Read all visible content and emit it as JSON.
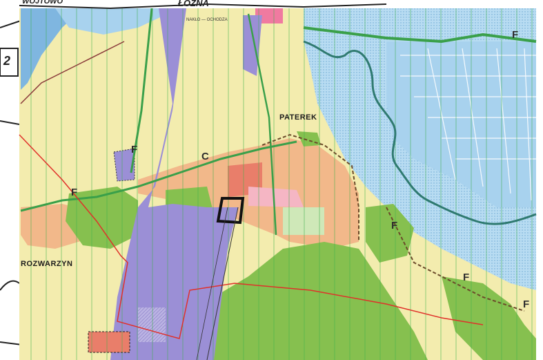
{
  "map": {
    "places": {
      "paterek": "PATEREK",
      "rozwarzyn": "ROZWARZYN"
    },
    "zone_letter_c": "C",
    "zone_letter_f": "F",
    "top_road_label": "ŁOZNA",
    "top_left_fragment": "WÓJTOWO",
    "road_small_label": "NAKŁO — OCHODZA",
    "left_margin_digit": "2",
    "colors": {
      "agricultural": "#f3ecae",
      "forest": "#86c04f",
      "water_flood": "#a8d2ee",
      "river": "#2f7a70",
      "settlement": "#f2b88a",
      "services": "#e97e6a",
      "industrial": "#9b8fd6",
      "boundary": "#e0302a"
    }
  }
}
